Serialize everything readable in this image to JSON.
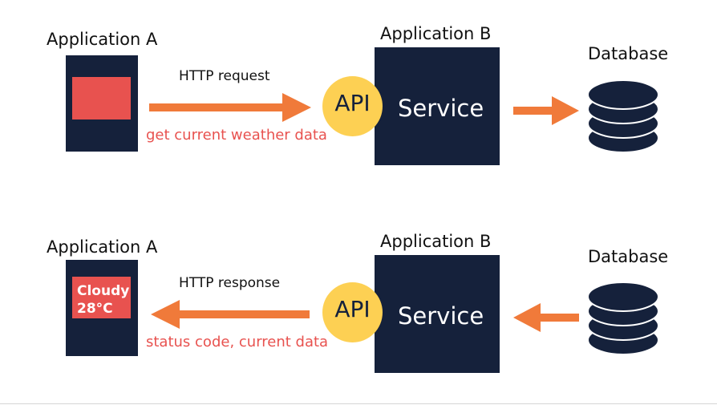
{
  "rows": [
    {
      "app_a": "Application A",
      "app_b": "Application B",
      "database": "Database",
      "http_label": "HTTP request",
      "payload_label": "get current weather data",
      "api": "API",
      "service": "Service",
      "screen_lines": []
    },
    {
      "app_a": "Application A",
      "app_b": "Application B",
      "database": "Database",
      "http_label": "HTTP response",
      "payload_label": "status code, current data",
      "api": "API",
      "service": "Service",
      "screen_lines": [
        "Cloudy",
        "28°C"
      ]
    }
  ],
  "colors": {
    "navy": "#15213b",
    "red": "#e8524f",
    "orange": "#f07a3a",
    "yellow": "#fdd053"
  },
  "icons": [
    "right-arrow-icon",
    "left-arrow-icon",
    "database-icon"
  ]
}
